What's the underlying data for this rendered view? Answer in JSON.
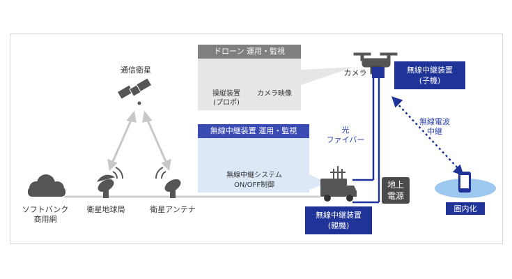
{
  "labels": {
    "satellite": "通信衛星",
    "softbank_line1": "ソフトバンク",
    "softbank_line2": "商用網",
    "ground_station": "衛星地球局",
    "sat_antenna": "衛星アンテナ",
    "camera": "カメラ",
    "fiber_line1": "光",
    "fiber_line2": "ファイバー",
    "radio_line1": "無線電波",
    "radio_line2": "中継"
  },
  "drone_panel": {
    "title": "ドローン 運用・監視",
    "controller_line1": "操縦装置",
    "controller_line2": "(プロポ)",
    "camera_feed": "カメラ映像"
  },
  "relay_panel": {
    "title": "無線中継装置 運用・監視",
    "system_line1": "無線中継システム",
    "system_line2": "ON/OFF制御"
  },
  "child_unit": {
    "line1": "無線中継装置",
    "line2": "(子機)"
  },
  "parent_unit": {
    "line1": "無線中継装置",
    "line2": "(親機)"
  },
  "ground_power": {
    "line1": "地上",
    "line2": "電源"
  },
  "coverage": {
    "label": "圏内化"
  },
  "colors": {
    "navy": "#1f3399",
    "gray": "#7f7f7f",
    "light_blue": "#dce8f6",
    "dark": "#4a4a4a",
    "link": "#2a3fb0"
  }
}
